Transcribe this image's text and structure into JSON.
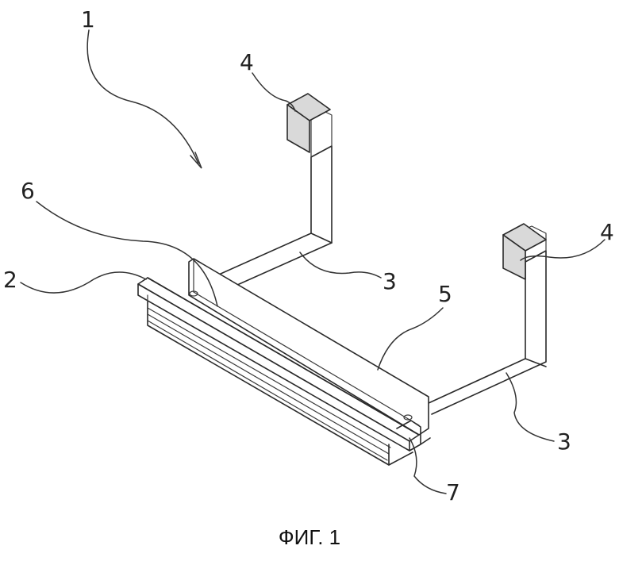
{
  "labels": {
    "l1": "1",
    "l2": "2",
    "l3a": "3",
    "l3b": "3",
    "l4a": "4",
    "l4b": "4",
    "l5": "5",
    "l6": "6",
    "l7": "7"
  },
  "caption": "ФИГ. 1",
  "colors": {
    "line": "#2a2a2a",
    "shade": "#d9d9d9"
  }
}
